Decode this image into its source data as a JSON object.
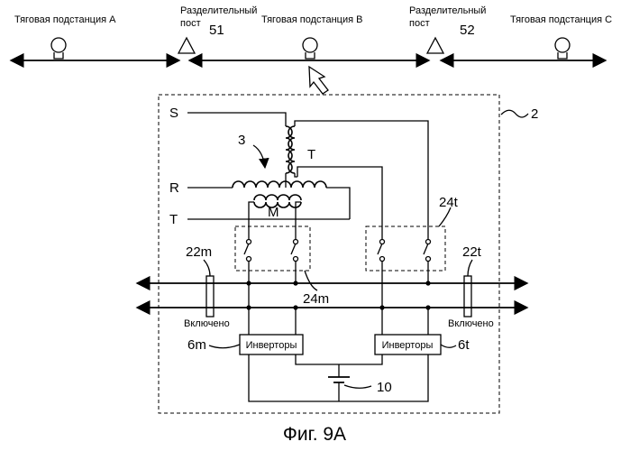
{
  "top": {
    "substation_a": "Тяговая подстанция A",
    "substation_b": "Тяговая подстанция B",
    "substation_c": "Тяговая подстанция C",
    "post1_line1": "Разделительный",
    "post1_line2": "пост",
    "post1_num": "51",
    "post2_line1": "Разделительный",
    "post2_line2": "пост",
    "post2_num": "52"
  },
  "box": {
    "ref": "2",
    "S": "S",
    "R": "R",
    "T_left": "T",
    "T_coil": "T",
    "M": "M",
    "ref_3": "3",
    "ref_24t": "24t",
    "ref_24m": "24m",
    "ref_22m": "22m",
    "ref_22t": "22t",
    "on_left": "Включено",
    "on_right": "Включено",
    "ref_6m": "6m",
    "ref_6t": "6t",
    "inverter_left": "Инверторы",
    "inverter_right": "Инверторы",
    "ref_10": "10"
  },
  "caption": "Фиг. 9A"
}
